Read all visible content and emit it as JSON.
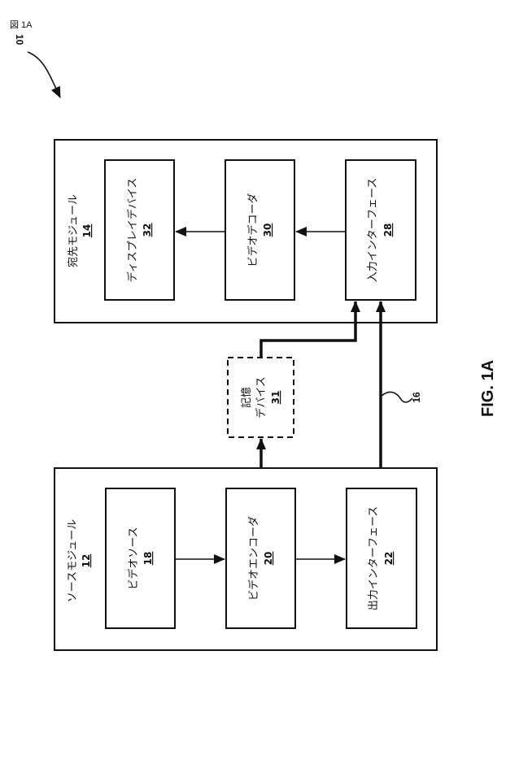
{
  "figure_caption": "図 1A",
  "system_ref": "10",
  "figure_label": "FIG. 1A",
  "link_ref": "16",
  "destination_module": {
    "label": "宛先モジュール",
    "ref": "14",
    "components": [
      {
        "label": "ディスプレイデバイス",
        "ref": "32"
      },
      {
        "label": "ビデオデコーダ",
        "ref": "30"
      },
      {
        "label": "入力インターフェース",
        "ref": "28"
      }
    ]
  },
  "storage_device": {
    "label_line1": "記憶",
    "label_line2": "デバイス",
    "ref": "31"
  },
  "source_module": {
    "label": "ソースモジュール",
    "ref": "12",
    "components": [
      {
        "label": "ビデオソース",
        "ref": "18"
      },
      {
        "label": "ビデオエンコーダ",
        "ref": "20"
      },
      {
        "label": "出力インターフェース",
        "ref": "22"
      }
    ]
  }
}
